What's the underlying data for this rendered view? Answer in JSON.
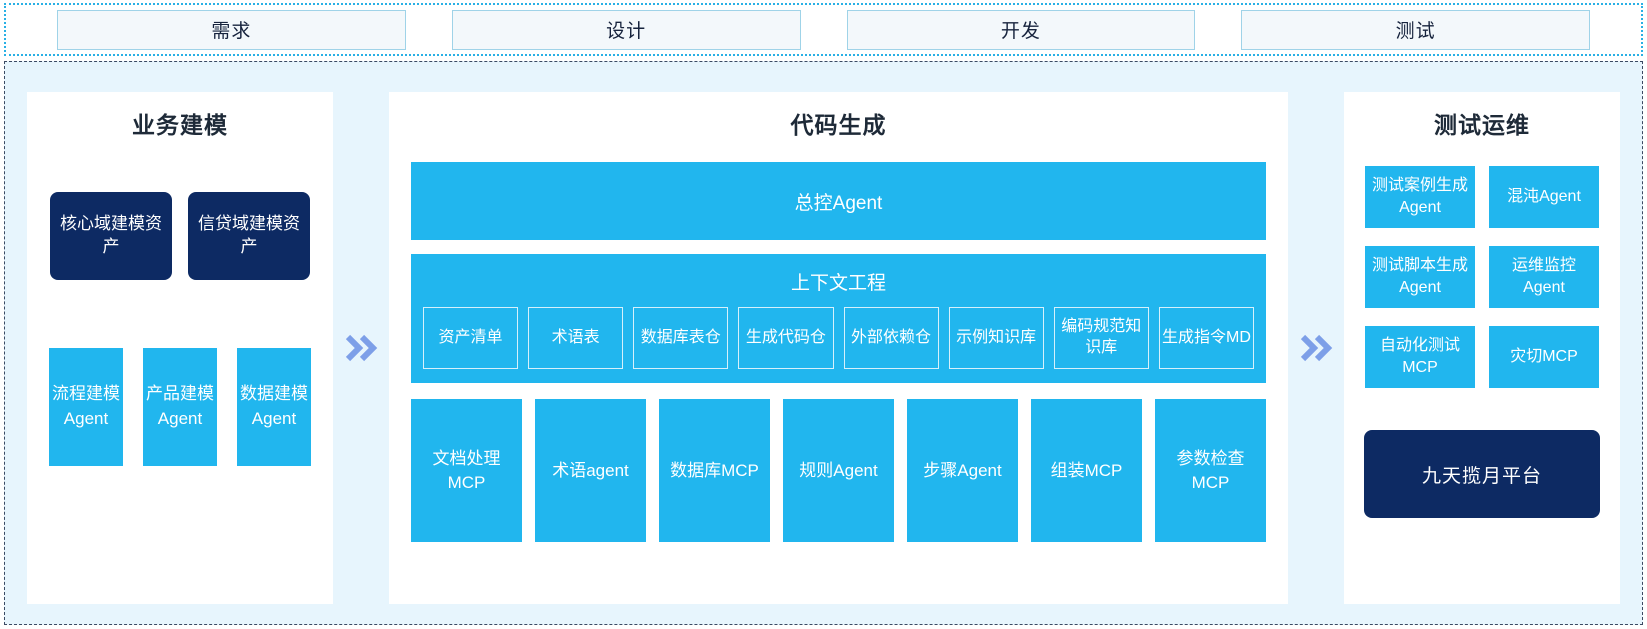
{
  "phases": {
    "items": [
      {
        "label": "需求"
      },
      {
        "label": "设计"
      },
      {
        "label": "开发"
      },
      {
        "label": "测试"
      }
    ]
  },
  "chevron": {
    "glyph": "»"
  },
  "panels": {
    "left": {
      "title": "业务建模",
      "assets": [
        {
          "label": "核心域建模资产"
        },
        {
          "label": "信贷域建模资产"
        }
      ],
      "agents": [
        {
          "label": "流程建模Agent"
        },
        {
          "label": "产品建模Agent"
        },
        {
          "label": "数据建模Agent"
        }
      ]
    },
    "center": {
      "title": "代码生成",
      "master_agent": "总控Agent",
      "context": {
        "title": "上下文工程",
        "items": [
          {
            "label": "资产清单"
          },
          {
            "label": "术语表"
          },
          {
            "label": "数据库表仓"
          },
          {
            "label": "生成代码仓"
          },
          {
            "label": "外部依赖仓"
          },
          {
            "label": "示例知识库"
          },
          {
            "label": "编码规范知识库"
          },
          {
            "label": "生成指令MD"
          }
        ]
      },
      "tools": [
        {
          "label": "文档处理MCP"
        },
        {
          "label": "术语agent"
        },
        {
          "label": "数据库MCP"
        },
        {
          "label": "规则Agent"
        },
        {
          "label": "步骤Agent"
        },
        {
          "label": "组装MCP"
        },
        {
          "label": "参数检查MCP"
        }
      ]
    },
    "right": {
      "title": "测试运维",
      "items": [
        {
          "label": "测试案例生成Agent"
        },
        {
          "label": "混沌Agent"
        },
        {
          "label": "测试脚本生成Agent"
        },
        {
          "label": "运维监控Agent"
        },
        {
          "label": "自动化测试MCP"
        },
        {
          "label": "灾切MCP"
        }
      ],
      "platform": "九天揽月平台"
    }
  },
  "colors": {
    "cyan": "#21b6ee",
    "navy": "#0d2a63",
    "background": "#e7f5fd",
    "chevron": "#7d9fe8",
    "phase_border": "#9fd3e8"
  }
}
